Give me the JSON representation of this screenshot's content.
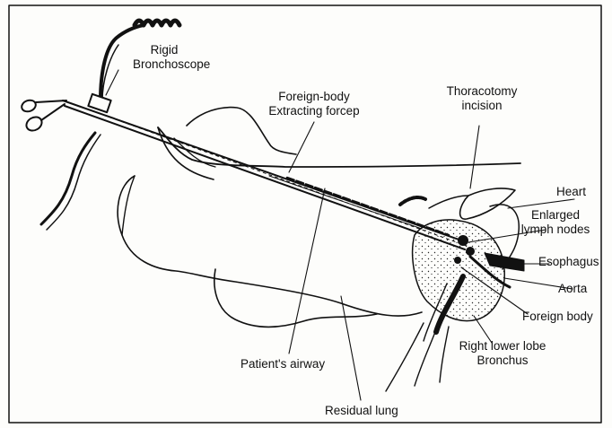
{
  "diagram": {
    "labels": {
      "rigid_bronchoscope": [
        "Rigid",
        "Bronchoscope"
      ],
      "forceps": [
        "Foreign-body",
        "Extracting forcep"
      ],
      "thoracotomy": [
        "Thoracotomy",
        "incision"
      ],
      "heart": "Heart",
      "lymph_nodes": [
        "Enlarged",
        "lymph nodes"
      ],
      "esophagus": "Esophagus",
      "aorta": "Aorta",
      "foreign_body": "Foreign body",
      "right_lower_lobe": [
        "Right lower lobe",
        "Bronchus"
      ],
      "patient_airway": "Patient's airway",
      "residual_lung": "Residual lung"
    },
    "colors": {
      "ink": "#111111",
      "paper": "#fdfdfb"
    }
  }
}
